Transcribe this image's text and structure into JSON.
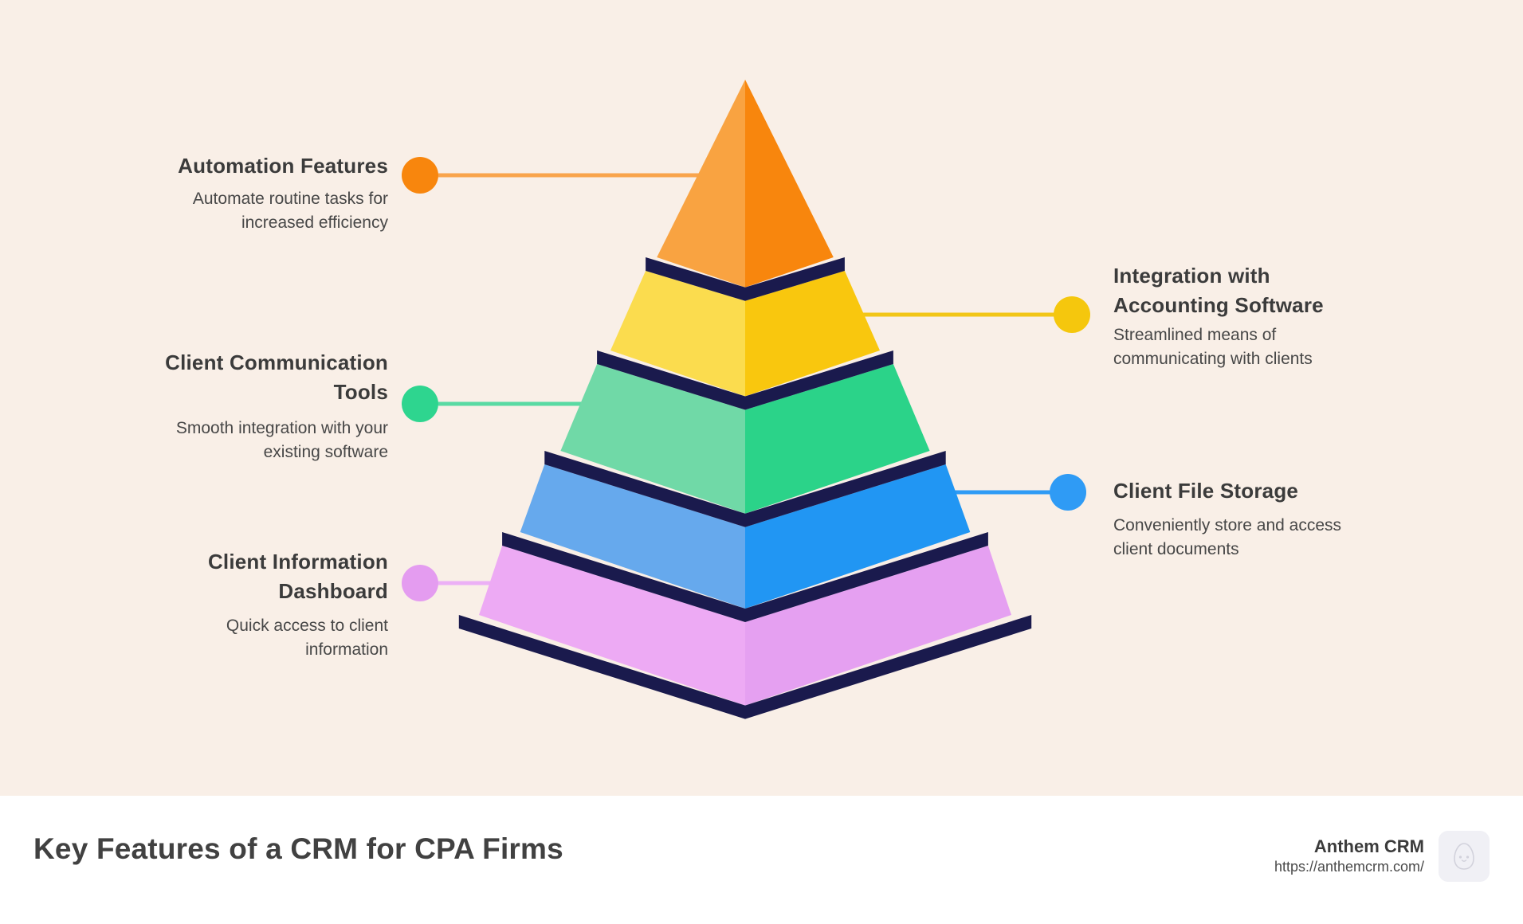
{
  "background_color": "#F9EFE7",
  "navy": "#1A1A4D",
  "chart_data": {
    "type": "pyramid",
    "title": "Key Features of a CRM for CPA Firms",
    "levels": [
      {
        "rank": 1,
        "label": "Automation Features",
        "description": "Automate routine tasks for increased efficiency",
        "side": "left",
        "face_light": "#F9A341",
        "face_dark": "#F8860D",
        "dot_color": "#F8860D",
        "line_color": "#F9A44C"
      },
      {
        "rank": 2,
        "label": "Integration with Accounting Software",
        "description": "Streamlined means of communicating with clients",
        "side": "right",
        "face_light": "#FBDC4E",
        "face_dark": "#F9C70E",
        "dot_color": "#F5C70D",
        "line_color": "#F2C618"
      },
      {
        "rank": 3,
        "label": "Client Communication Tools",
        "description": "Smooth integration with your existing software",
        "side": "left",
        "face_light": "#70D9A7",
        "face_dark": "#2BD389",
        "dot_color": "#2ED58F",
        "line_color": "#59DAA3"
      },
      {
        "rank": 4,
        "label": "Client File Storage",
        "description": "Conveniently store and access client documents",
        "side": "right",
        "face_light": "#66A9ED",
        "face_dark": "#2196F3",
        "dot_color": "#2F9BF5",
        "line_color": "#2F9BF5"
      },
      {
        "rank": 5,
        "label": "Client Information Dashboard",
        "description": "Quick access to client information",
        "side": "left",
        "face_light": "#EDAAF4",
        "face_dark": "#E5A0F1",
        "dot_color": "#E49CF0",
        "line_color": "#ECB0F6"
      }
    ]
  },
  "callouts": [
    {
      "title_lines": [
        "Automation Features"
      ],
      "desc_lines": [
        "Automate routine tasks for",
        "increased efficiency"
      ]
    },
    {
      "title_lines": [
        "Integration with",
        "Accounting Software"
      ],
      "desc_lines": [
        "Streamlined means of",
        "communicating with clients"
      ]
    },
    {
      "title_lines": [
        "Client Communication",
        "Tools"
      ],
      "desc_lines": [
        "Smooth integration with your",
        "existing software"
      ]
    },
    {
      "title_lines": [
        "Client File Storage"
      ],
      "desc_lines": [
        "Conveniently store and access",
        "client documents"
      ]
    },
    {
      "title_lines": [
        "Client Information",
        "Dashboard"
      ],
      "desc_lines": [
        "Quick access to client",
        "information"
      ]
    }
  ],
  "footer": {
    "title": "Key Features of a CRM for CPA Firms",
    "brand_name": "Anthem CRM",
    "brand_url": "https://anthemcrm.com/"
  }
}
